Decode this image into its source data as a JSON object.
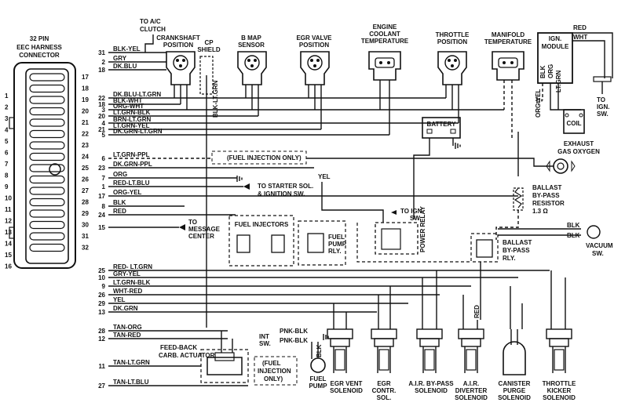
{
  "connector": {
    "title_line1": "32 PIN",
    "title_line2": "EEC HARNESS",
    "title_line3": "CONNECTOR",
    "left_numbers": [
      "1",
      "2",
      "3",
      "4",
      "5",
      "6",
      "7",
      "8",
      "9",
      "10",
      "11",
      "12",
      "13",
      "14",
      "15",
      "16"
    ],
    "right_numbers": [
      "17",
      "18",
      "19",
      "20",
      "21",
      "22",
      "23",
      "24",
      "25",
      "26",
      "27",
      "28",
      "29",
      "30",
      "31",
      "32"
    ]
  },
  "wires": [
    {
      "pin": "31",
      "label": "BLK-YEL"
    },
    {
      "pin": "2",
      "label": "GRY"
    },
    {
      "pin": "18",
      "label": "DK.BLU"
    },
    {
      "pin": "22",
      "label": "DK.BLU-LT.GRN"
    },
    {
      "pin": "18",
      "label": "BLK-WHT"
    },
    {
      "pin": "3",
      "label": "ORG-WHT"
    },
    {
      "pin": "20",
      "label": "LT.GRN-BLK"
    },
    {
      "pin": "4",
      "label": "BRN-LT.GRN"
    },
    {
      "pin": "21",
      "label": "LT.GRN-YEL"
    },
    {
      "pin": "5",
      "label": "DK.GRN-LT.GRN"
    },
    {
      "pin": "6",
      "label": "LT.GRN-PPL"
    },
    {
      "pin": "23",
      "label": "DK.GRN-PPL"
    },
    {
      "pin": "7",
      "label": "ORG"
    },
    {
      "pin": "1",
      "label": "RED-LT.BLU"
    },
    {
      "pin": "17",
      "label": "ORG-YEL"
    },
    {
      "pin": "8",
      "label": "BLK"
    },
    {
      "pin": "24",
      "label": "RED"
    },
    {
      "pin": "15",
      "label": ""
    },
    {
      "pin": "25",
      "label": "RED- LT.GRN"
    },
    {
      "pin": "10",
      "label": "GRY-YEL"
    },
    {
      "pin": "9",
      "label": "LT.GRN-BLK"
    },
    {
      "pin": "26",
      "label": "WHT-RED"
    },
    {
      "pin": "29",
      "label": "YEL"
    },
    {
      "pin": "13",
      "label": "DK.GRN"
    },
    {
      "pin": "28",
      "label": "TAN-ORG"
    },
    {
      "pin": "12",
      "label": "TAN-RED"
    },
    {
      "pin": "11",
      "label": "TAN-LT.GRN"
    },
    {
      "pin": "27",
      "label": "TAN-LT.BLU"
    }
  ],
  "labels": {
    "ac_clutch_1": "TO A/C",
    "ac_clutch_2": "CLUTCH",
    "crank_1": "CRANKSHAFT",
    "crank_2": "POSITION",
    "cp_1": "CP",
    "cp_2": "SHIELD",
    "map_1": "B MAP",
    "map_2": "SENSOR",
    "egr_1": "EGR VALVE",
    "egr_2": "POSITION",
    "ect_1": "ENGINE",
    "ect_2": "COOLANT",
    "ect_3": "TEMPERATURE",
    "tp_1": "THROTTLE",
    "tp_2": "POSITION",
    "mt_1": "MANIFOLD",
    "mt_2": "TEMPERATURE",
    "ign_1": "IGN.",
    "ign_2": "MODULE",
    "red": "RED",
    "wht": "WHT",
    "blk": "BLK",
    "org": "ORG",
    "ltgrn": "LT.GRN",
    "orgyel": "ORG-YEL",
    "coil": "COIL",
    "to_ign_1": "TO",
    "to_ign_2": "IGN.",
    "to_ign_3": "SW.",
    "battery": "BATTERY",
    "exhaust_1": "EXHAUST",
    "exhaust_2": "GAS OXYGEN",
    "fuel_inj_only": "(FUEL INJECTION ONLY)",
    "yel": "YEL",
    "starter_1": "TO STARTER SOL.",
    "starter_2": "& IGNITION SW.",
    "ballast_1": "BALLAST",
    "ballast_2": "BY-PASS",
    "ballast_3": "RESISTOR",
    "ballast_4": "1.3 Ω",
    "to_ign_sw_1": "TO IGN.",
    "to_ign_sw_2": "SW.",
    "power_relay": "POWER RELAY",
    "msg_1": "TO",
    "msg_2": "MESSAGE",
    "msg_3": "CENTER",
    "fuel_injectors": "FUEL INJECTORS",
    "fuel_pump_rly_1": "FUEL",
    "fuel_pump_rly_2": "PUMP",
    "fuel_pump_rly_3": "RLY.",
    "ballast_rly_1": "BALLAST",
    "ballast_rly_2": "BY-PASS",
    "ballast_rly_3": "RLY.",
    "blk_a": "BLK",
    "blk_b": "BLK",
    "vacuum_1": "VACUUM",
    "vacuum_2": "SW.",
    "red_vert": "RED",
    "feedback_1": "FEED-BACK",
    "feedback_2": "CARB. ACTUATOR",
    "int_sw_1": "INT",
    "int_sw_2": "SW.",
    "pnk_blk": "PNK-BLK",
    "pnk_blk2": "PNK-BLK",
    "fi_only_1": "(FUEL",
    "fi_only_2": "INJECTION",
    "fi_only_3": "ONLY)",
    "fuel_pump_1": "FUEL",
    "fuel_pump_2": "PUMP",
    "blk_fp": "BLK",
    "egr_vent_1": "EGR VENT",
    "egr_vent_2": "SOLENOID",
    "egr_contr_1": "EGR",
    "egr_contr_2": "CONTR.",
    "egr_contr_3": "SOL.",
    "air_bypass_1": "A.I.R. BY-PASS",
    "air_bypass_2": "SOLENOID",
    "air_div_1": "A.I.R.",
    "air_div_2": "DIVERTER",
    "air_div_3": "SOLENOID",
    "canister_1": "CANISTER",
    "canister_2": "PURGE",
    "canister_3": "SOLENOID",
    "kicker_1": "THROTTLE",
    "kicker_2": "KICKER",
    "kicker_3": "SOLENOID",
    "blk_ltgrn_vert": "BLK-LT.GRN"
  }
}
